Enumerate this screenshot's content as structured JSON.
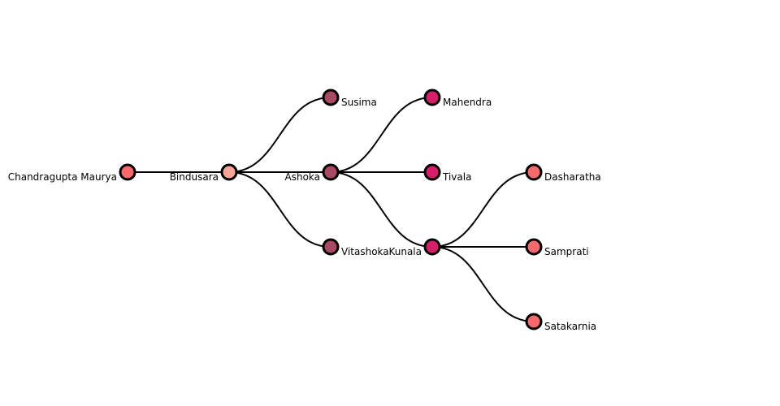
{
  "tree": {
    "nodes": [
      {
        "id": "chandragupta",
        "name": "Chandragupta Maurya",
        "color": "#f8696b",
        "parent": null
      },
      {
        "id": "bindusara",
        "name": "Bindusara",
        "color": "#f9a59a",
        "parent": "chandragupta"
      },
      {
        "id": "susima",
        "name": "Susima",
        "color": "#a84a63",
        "parent": "bindusara"
      },
      {
        "id": "ashoka",
        "name": "Ashoka",
        "color": "#a84a63",
        "parent": "bindusara"
      },
      {
        "id": "vitashoka",
        "name": "Vitashoka",
        "color": "#a84a63",
        "parent": "bindusara"
      },
      {
        "id": "mahendra",
        "name": "Mahendra",
        "color": "#d61f6a",
        "parent": "ashoka"
      },
      {
        "id": "tivala",
        "name": "Tivala",
        "color": "#d61f6a",
        "parent": "ashoka"
      },
      {
        "id": "kunala",
        "name": "Kunala",
        "color": "#d61f6a",
        "parent": "ashoka"
      },
      {
        "id": "dasharatha",
        "name": "Dasharatha",
        "color": "#f8696b",
        "parent": "kunala"
      },
      {
        "id": "samprati",
        "name": "Samprati",
        "color": "#f8696b",
        "parent": "kunala"
      },
      {
        "id": "satakarnia",
        "name": "Satakarnia",
        "color": "#f8696b",
        "parent": "kunala"
      }
    ]
  }
}
